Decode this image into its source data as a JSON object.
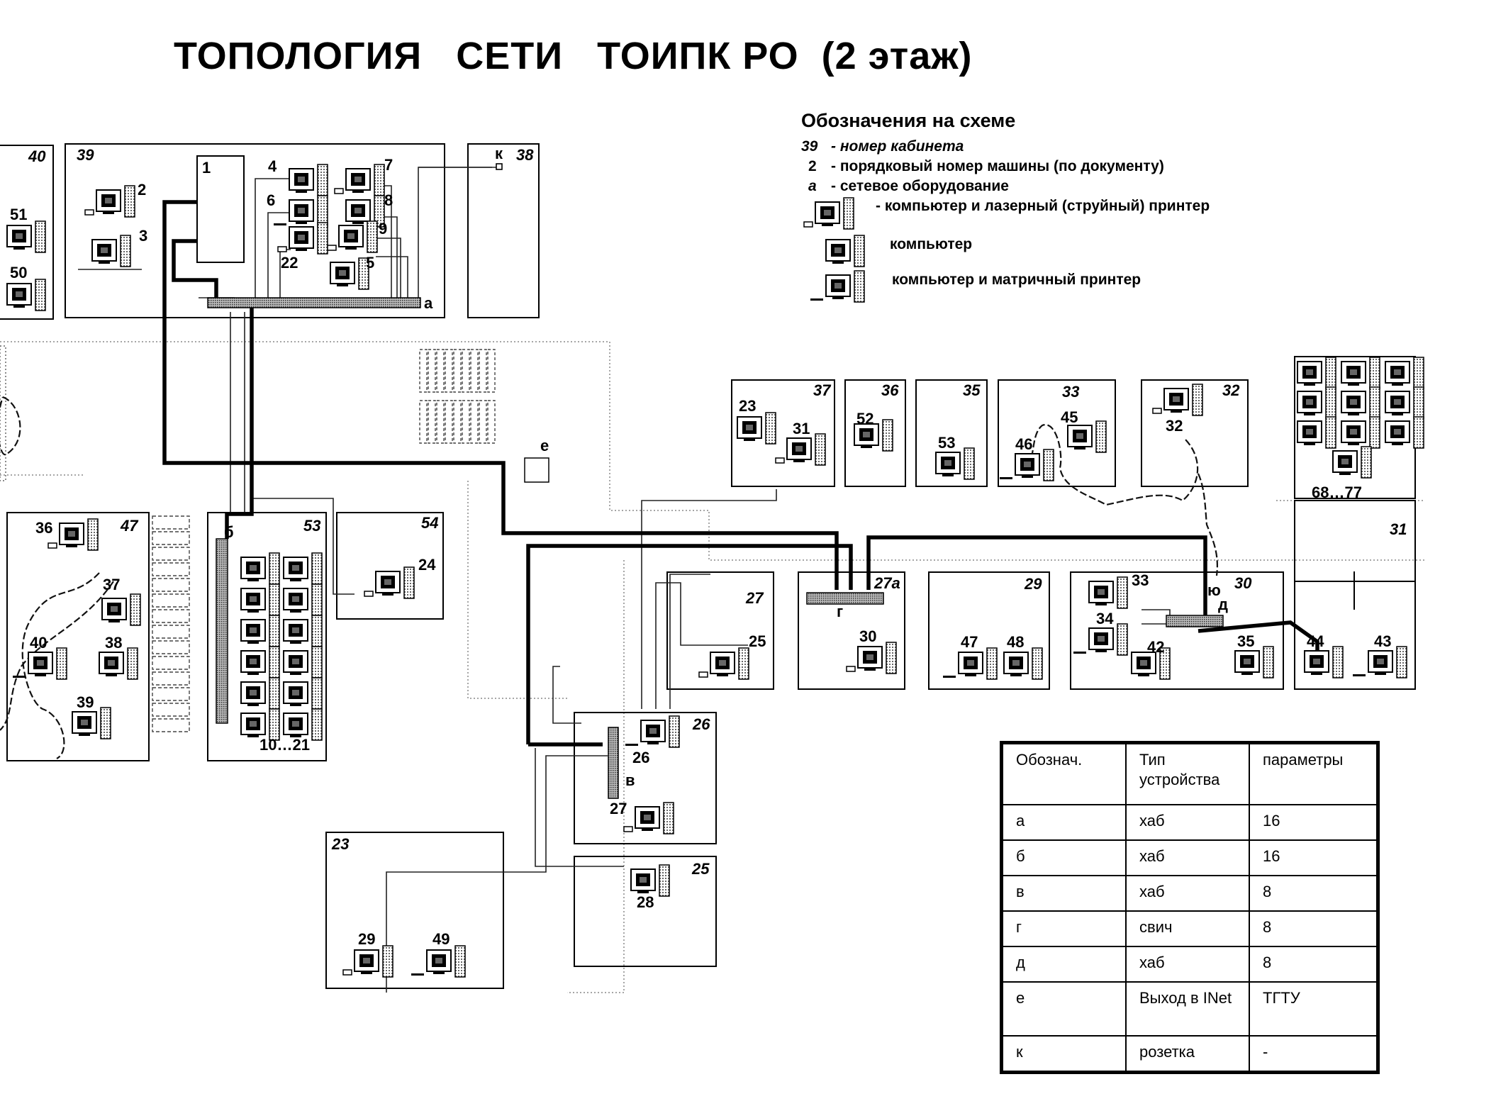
{
  "title": "ТОПОЛОГИЯ   СЕТИ   ТОИПК РО  (2 этаж)",
  "legend": {
    "heading": "Обозначения на схеме",
    "items": [
      {
        "key": "39",
        "text": "- номер кабинета"
      },
      {
        "key": "2",
        "text": "- порядковый номер машины (по документу)"
      },
      {
        "key": "а",
        "text": "- сетевое оборудование"
      },
      {
        "key": "",
        "text": "- компьютер и лазерный (струйный) принтер"
      },
      {
        "key": "",
        "text": "компьютер"
      },
      {
        "key": "",
        "text": "компьютер и матричный принтер"
      }
    ]
  },
  "rooms": [
    "40",
    "39",
    "38",
    "37",
    "36",
    "35",
    "33",
    "32",
    "47",
    "53",
    "54",
    "27а",
    "27",
    "29",
    "30",
    "31",
    "26",
    "25",
    "23"
  ],
  "machines": [
    "51",
    "50",
    "2",
    "3",
    "4",
    "6",
    "22",
    "7",
    "8",
    "9",
    "5",
    "23",
    "31",
    "52",
    "53",
    "46",
    "45",
    "32",
    "36",
    "37",
    "40",
    "38",
    "39",
    "24",
    "25",
    "30",
    "47",
    "48",
    "33",
    "34",
    "42",
    "35",
    "44",
    "43",
    "26",
    "27",
    "28",
    "29",
    "49"
  ],
  "labels": {
    "m_68_77": "68…77",
    "m_10_21": "10…21",
    "m_1": "1",
    "eq_a": "а",
    "eq_b": "б",
    "eq_v": "в",
    "eq_g": "г",
    "eq_d": "д",
    "eq_e": "е",
    "eq_k": "к",
    "eq_ch": "ю"
  },
  "table": {
    "headers": [
      "Обознач.",
      "Тип устройства",
      "параметры"
    ],
    "rows": [
      [
        "а",
        "хаб",
        "16"
      ],
      [
        "б",
        "хаб",
        "16"
      ],
      [
        "в",
        "хаб",
        "8"
      ],
      [
        "г",
        "свич",
        "8"
      ],
      [
        "д",
        "хаб",
        "8"
      ],
      [
        "е",
        "Выход в INet",
        "ТГТУ"
      ],
      [
        "к",
        "розетка",
        "-"
      ]
    ]
  }
}
